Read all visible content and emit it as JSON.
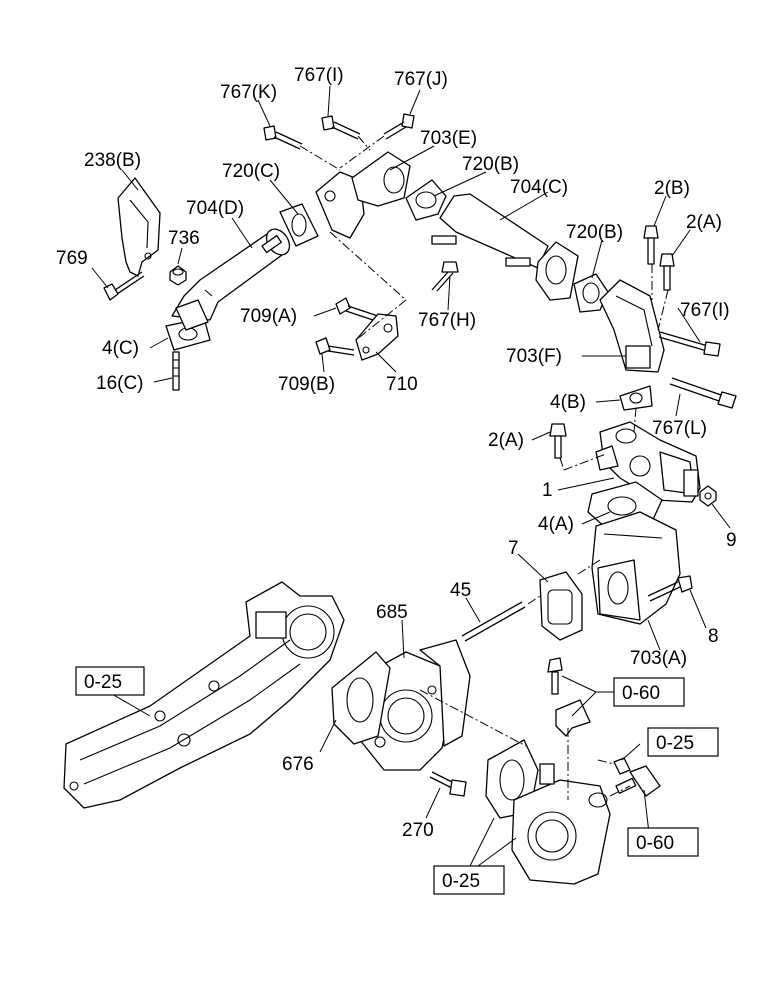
{
  "labels": {
    "p767K": "767(K)",
    "p767I_top": "767(I)",
    "p767J": "767(J)",
    "p703E": "703(E)",
    "p720B_top": "720(B)",
    "p238B": "238(B)",
    "p720C": "720(C)",
    "p704D": "704(D)",
    "p704C": "704(C)",
    "p2B": "2(B)",
    "p720B_mid": "720(B)",
    "p2A_top": "2(A)",
    "p736": "736",
    "p769": "769",
    "p709A": "709(A)",
    "p767H": "767(H)",
    "p767I_mid": "767(I)",
    "p4C": "4(C)",
    "p16C": "16(C)",
    "p709B": "709(B)",
    "p710": "710",
    "p703F": "703(F)",
    "p4B": "4(B)",
    "p767L": "767(L)",
    "p2A_mid": "2(A)",
    "p1": "1",
    "p4A": "4(A)",
    "p9": "9",
    "p7": "7",
    "p45": "45",
    "p685": "685",
    "p8": "8",
    "p703A": "703(A)",
    "p676": "676",
    "p270": "270"
  },
  "refs": {
    "r025_left": "0-25",
    "r060_a": "0-60",
    "r025_right": "0-25",
    "r060_b": "0-60",
    "r025_bottom": "0-25"
  }
}
